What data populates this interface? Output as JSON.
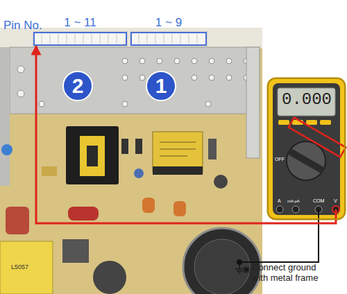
{
  "diagram": {
    "nodes": [
      {
        "text": [
          "1 ~ 11"
        ]
      },
      {
        "text": [
          "1 ~ 9"
        ]
      },
      {
        "text": [
          "2"
        ]
      },
      {
        "text": [
          "1"
        ]
      },
      {
        "text": [
          "0.000"
        ]
      }
    ],
    "edges": [
      {
        "from": 4,
        "to": 0,
        "arrow": "to"
      }
    ],
    "labels": [
      "Pin No.",
      "Connect ground with metal frame",
      "OFF",
      "A",
      "mA µA",
      "COM",
      "V",
      "L5057"
    ]
  }
}
